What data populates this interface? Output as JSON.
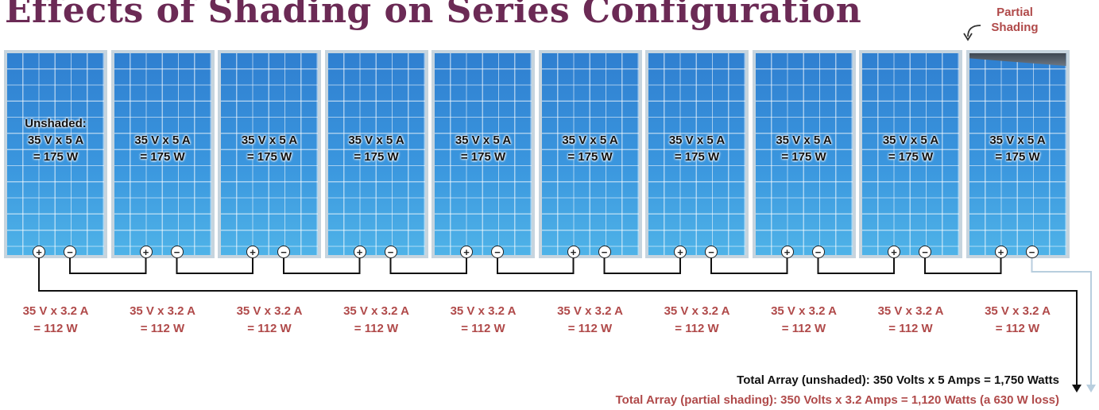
{
  "title": "Effects of Shading on Series Configuration",
  "shading_label": [
    "Partial",
    "Shading"
  ],
  "panels": [
    {
      "label": [
        "Unshaded:",
        "35 V x 5 A",
        "= 175 W"
      ],
      "shaded_output": [
        "35 V x 3.2 A",
        "= 112 W"
      ],
      "partial_shade": false
    },
    {
      "label": [
        "",
        "35 V x 5 A",
        "= 175 W"
      ],
      "shaded_output": [
        "35 V x 3.2 A",
        "= 112 W"
      ],
      "partial_shade": false
    },
    {
      "label": [
        "",
        "35 V x 5 A",
        "= 175 W"
      ],
      "shaded_output": [
        "35 V x 3.2 A",
        "= 112 W"
      ],
      "partial_shade": false
    },
    {
      "label": [
        "",
        "35 V x 5 A",
        "= 175 W"
      ],
      "shaded_output": [
        "35 V x 3.2 A",
        "= 112 W"
      ],
      "partial_shade": false
    },
    {
      "label": [
        "",
        "35 V x 5 A",
        "= 175 W"
      ],
      "shaded_output": [
        "35 V x 3.2 A",
        "= 112 W"
      ],
      "partial_shade": false
    },
    {
      "label": [
        "",
        "35 V x 5 A",
        "= 175 W"
      ],
      "shaded_output": [
        "35 V x 3.2 A",
        "= 112 W"
      ],
      "partial_shade": false
    },
    {
      "label": [
        "",
        "35 V x 5 A",
        "= 175 W"
      ],
      "shaded_output": [
        "35 V x 3.2 A",
        "= 112 W"
      ],
      "partial_shade": false
    },
    {
      "label": [
        "",
        "35 V x 5 A",
        "= 175 W"
      ],
      "shaded_output": [
        "35 V x 3.2 A",
        "= 112 W"
      ],
      "partial_shade": false
    },
    {
      "label": [
        "",
        "35 V x 5 A",
        "= 175 W"
      ],
      "shaded_output": [
        "35 V x 3.2 A",
        "= 112 W"
      ],
      "partial_shade": false
    },
    {
      "label": [
        "",
        "35 V x 5 A",
        "= 175 W"
      ],
      "shaded_output": [
        "35 V x 3.2 A",
        "= 112 W"
      ],
      "partial_shade": true
    }
  ],
  "terminals": {
    "positive": "+",
    "negative": "−"
  },
  "totals": {
    "unshaded": "Total Array (unshaded): 350 Volts x 5 Amps = 1,750 Watts",
    "shaded": "Total Array (partial shading):  350 Volts x 3.2 Amps = 1,120 Watts (a 630 W loss)"
  },
  "colors": {
    "title": "#6b2a55",
    "shaded_text": "#b04a4a",
    "panel_cell": "#3a96de",
    "wire_main": "#111111",
    "wire_light": "#b8cede"
  }
}
